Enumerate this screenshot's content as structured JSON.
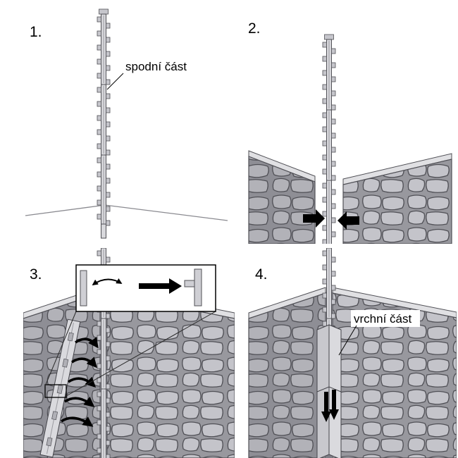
{
  "steps": {
    "step1": {
      "number": "1.",
      "caption": "spodní část"
    },
    "step2": {
      "number": "2."
    },
    "step3": {
      "number": "3."
    },
    "step4": {
      "number": "4.",
      "caption": "vrchní část"
    }
  },
  "colors": {
    "background": "#ffffff",
    "stone_fill_light": "#c4c4ca",
    "stone_fill_dark": "#b2b2b8",
    "mortar": "#96969c",
    "outline": "#505056",
    "post_fill": "#d8d8dc",
    "arrow": "#000000"
  }
}
